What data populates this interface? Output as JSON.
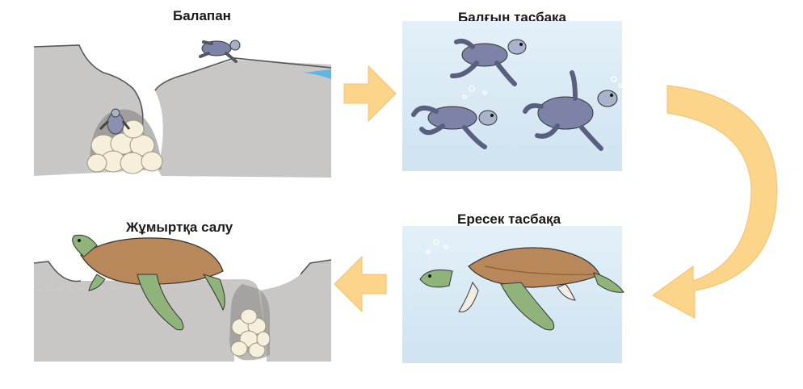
{
  "diagram": {
    "type": "life-cycle",
    "stages": [
      {
        "id": "hatchling",
        "label": "Балапан"
      },
      {
        "id": "juvenile",
        "label": "Балғын тасбақа"
      },
      {
        "id": "adult",
        "label": "Ересек тасбақа"
      },
      {
        "id": "egg-laying",
        "label": "Жұмыртқа салу"
      }
    ],
    "cycle_order": [
      "hatchling",
      "juvenile",
      "adult",
      "egg-laying"
    ],
    "colors": {
      "arrow": "#fdd58a",
      "arrow_edge": "#f4c06a",
      "water": "#d5e8f4",
      "sand": "#c9c7c5",
      "sand_edge": "#555555",
      "egg": "#f5efdc",
      "turtle_shell_young": "#7d83a6",
      "turtle_shell_adult": "#b8875a",
      "turtle_skin_adult": "#8fb37a"
    }
  }
}
